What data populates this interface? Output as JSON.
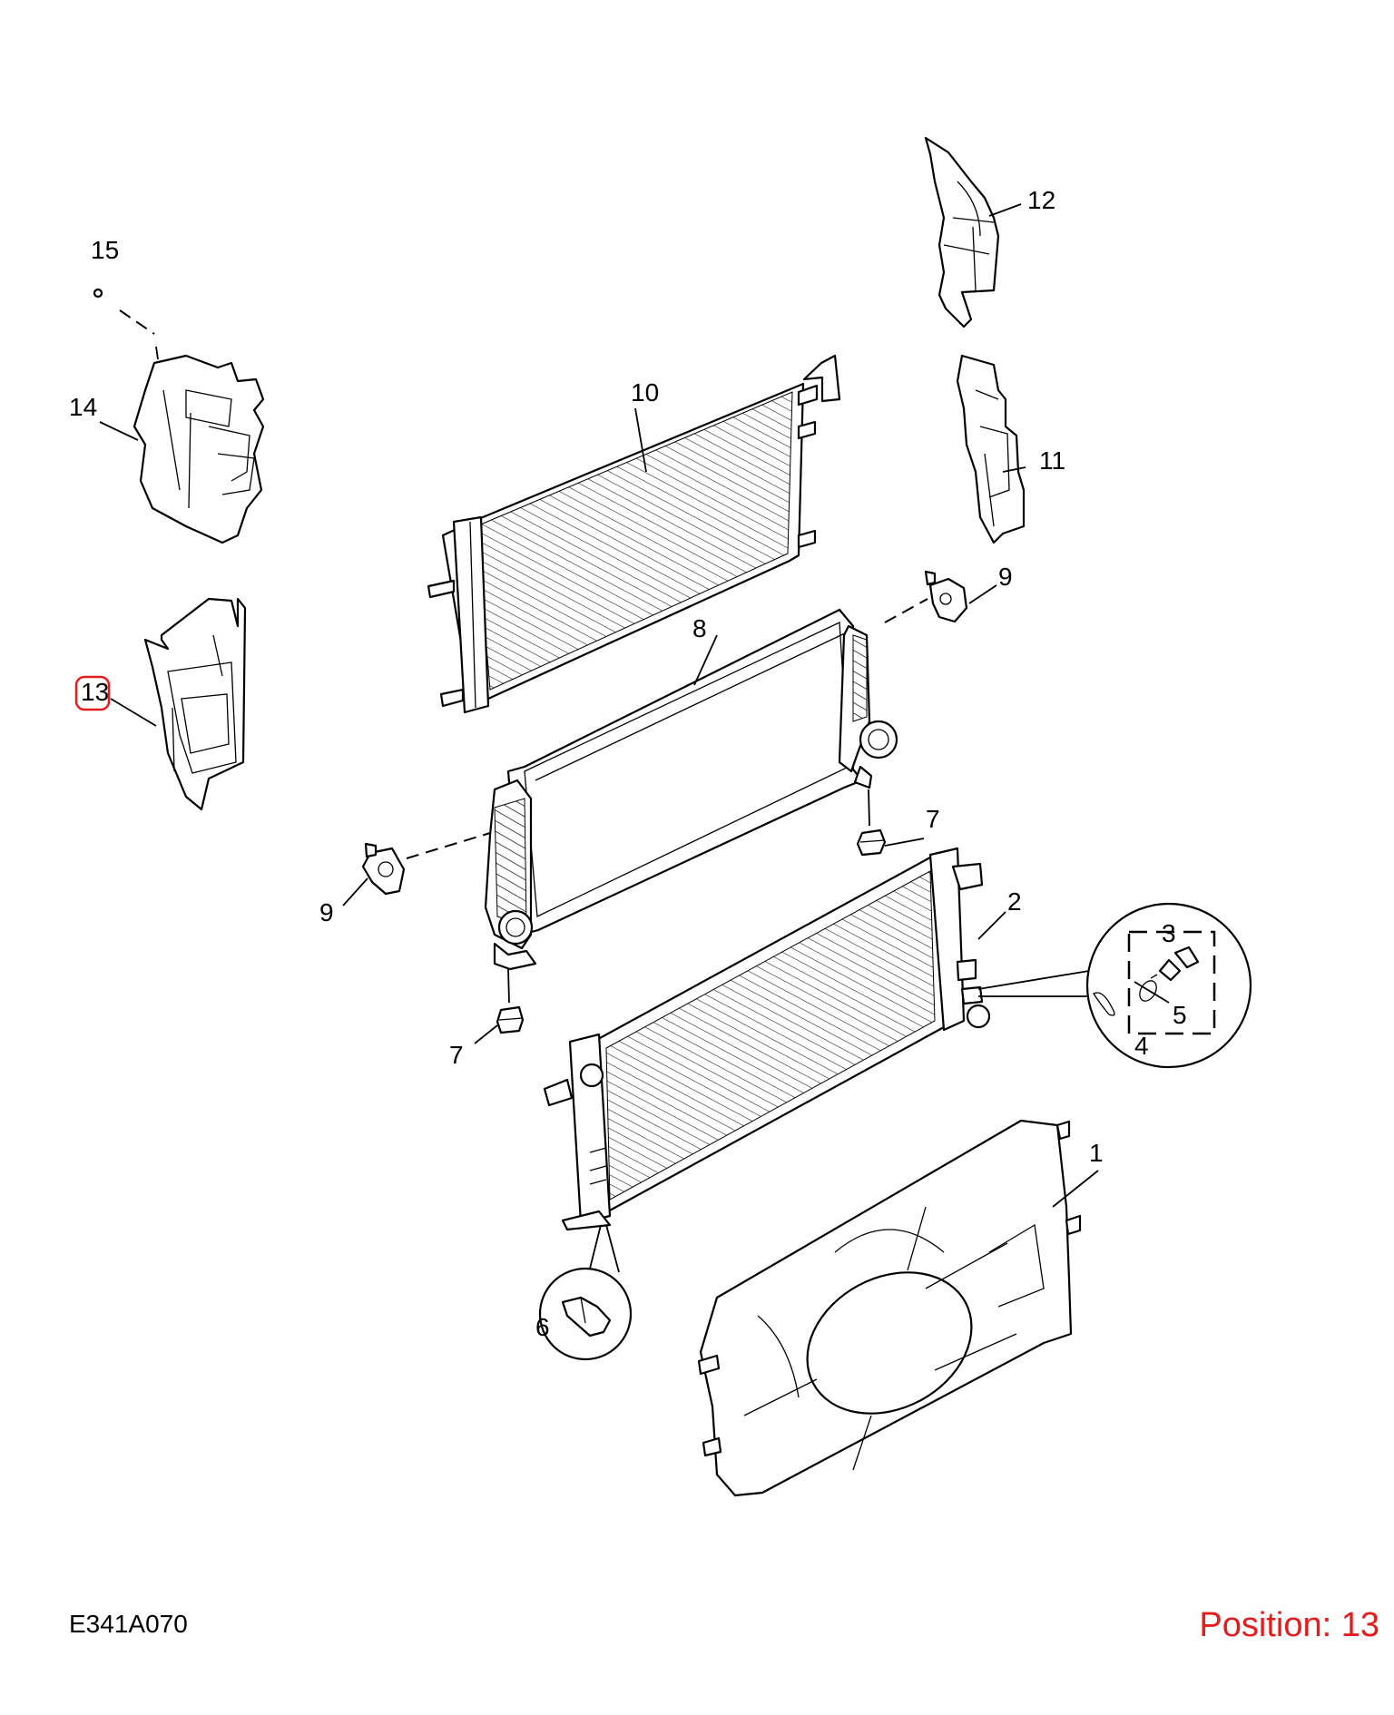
{
  "diagram_code": "E341A070",
  "position_label": "Position: 13",
  "highlight_color": "#e41c1c",
  "callouts": {
    "c1": "1",
    "c2": "2",
    "c3": "3",
    "c4": "4",
    "c5": "5",
    "c6": "6",
    "c7a": "7",
    "c7b": "7",
    "c8": "8",
    "c9a": "9",
    "c9b": "9",
    "c10": "10",
    "c11": "11",
    "c12": "12",
    "c13": "13",
    "c14": "14",
    "c15": "15"
  }
}
